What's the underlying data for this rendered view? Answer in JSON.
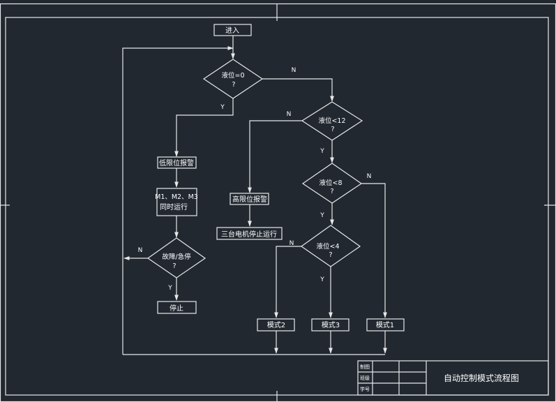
{
  "nodes": {
    "enter": "进入",
    "d_level0_line1": "液位=0",
    "d_level0_line2": "?",
    "d_level12_line1": "液位<12",
    "d_level12_line2": "?",
    "d_level8_line1": "液位<8",
    "d_level8_line2": "?",
    "d_level4_line1": "液位<4",
    "d_level4_line2": "?",
    "low_alarm": "低限位报警",
    "run_all_line1": "M1、M2、M3",
    "run_all_line2": "同时运行",
    "d_fault_line1": "故障/急停",
    "d_fault_line2": "?",
    "stop": "停止",
    "high_alarm": "高限位报警",
    "stop_three": "三台电机停止运行",
    "mode2": "模式2",
    "mode3": "模式3",
    "mode1": "模式1"
  },
  "edge_labels": {
    "yes": "Y",
    "no": "N"
  },
  "title_block": {
    "drawn_by": "制图",
    "class": "班级",
    "student_id": "学号",
    "title": "自动控制模式流程图"
  },
  "colors": {
    "background": "#212830",
    "line": "#e8e8e8",
    "text": "#ffffff"
  }
}
